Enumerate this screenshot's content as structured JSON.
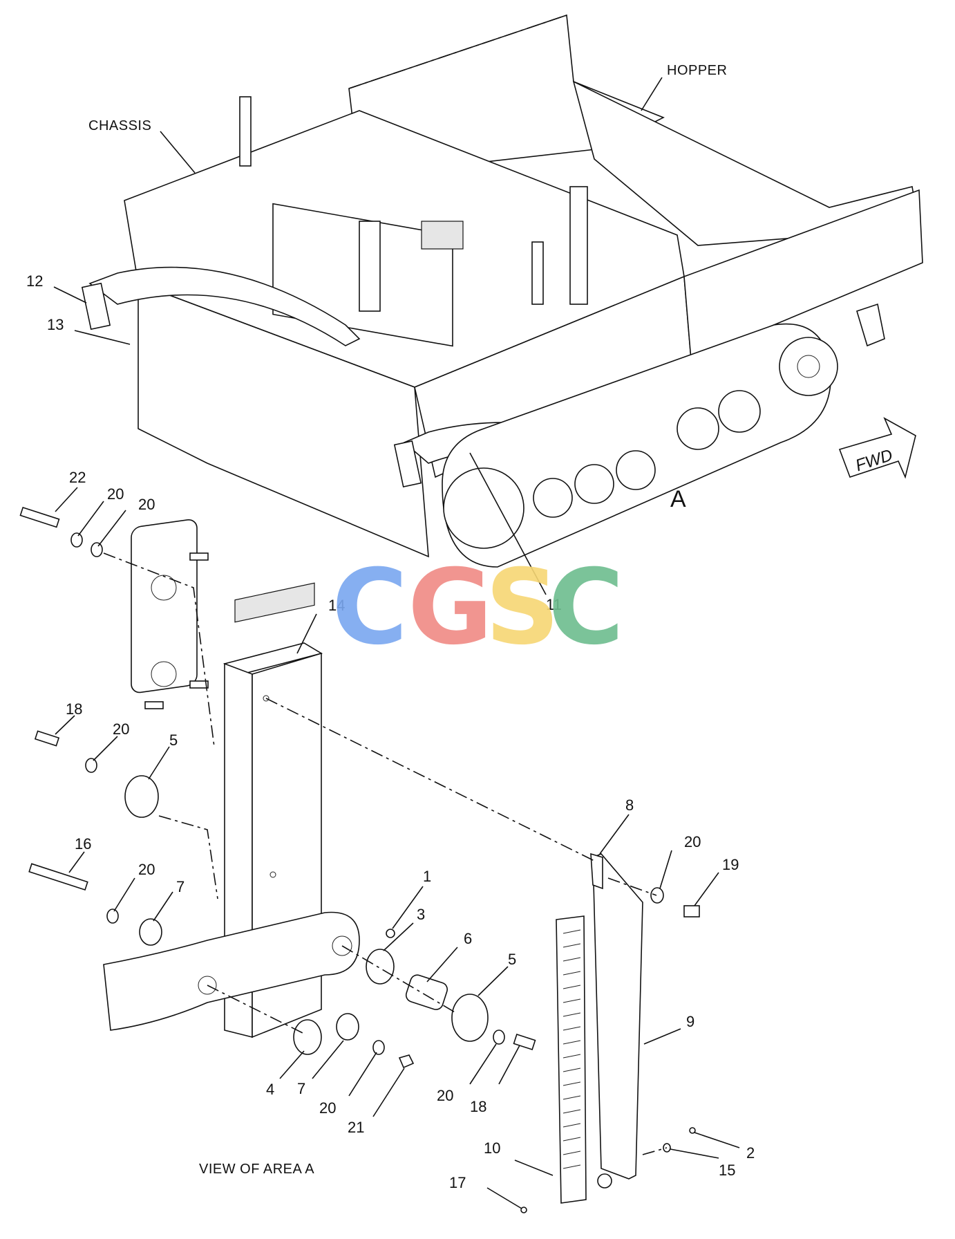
{
  "labels": {
    "chassis": "CHASSIS",
    "hopper": "HOPPER",
    "fwd": "FWD",
    "area": "A",
    "view_caption": "VIEW OF AREA A"
  },
  "callouts": {
    "c1": "1",
    "c2": "2",
    "c3": "3",
    "c4": "4",
    "c5a": "5",
    "c5b": "5",
    "c6": "6",
    "c7a": "7",
    "c7b": "7",
    "c8": "8",
    "c9": "9",
    "c10": "10",
    "c11": "11",
    "c12": "12",
    "c13": "13",
    "c14": "14",
    "c15": "15",
    "c16": "16",
    "c17": "17",
    "c18a": "18",
    "c18b": "18",
    "c19": "19",
    "c20a": "20",
    "c20b": "20",
    "c20c": "20",
    "c20d": "20",
    "c20e": "20",
    "c20f": "20",
    "c20g": "20",
    "c21": "21",
    "c22": "22"
  },
  "watermark": {
    "letters": [
      "C",
      "G",
      "S",
      "C"
    ],
    "colors": [
      "#7aa7f0",
      "#f08a84",
      "#f7d774",
      "#6dbd8f"
    ]
  }
}
